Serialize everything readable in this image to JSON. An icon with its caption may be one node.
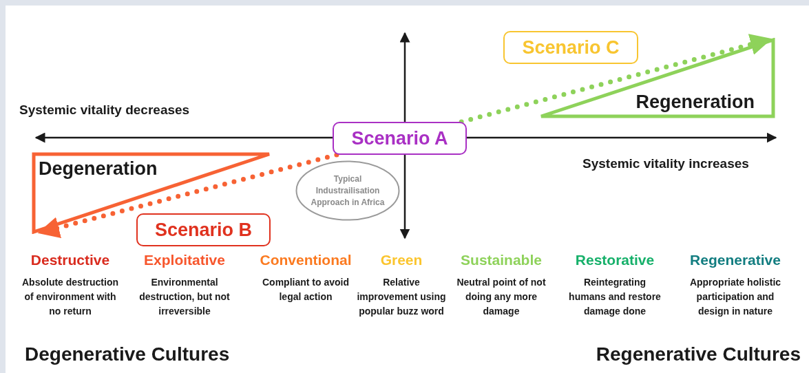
{
  "diagram": {
    "nodes": [
      {
        "text": [
          "Scenario A"
        ]
      },
      {
        "text": [
          "Scenario B"
        ]
      },
      {
        "text": [
          "Scenario C"
        ]
      },
      {
        "text": [
          "Degeneration"
        ]
      },
      {
        "text": [
          "Regeneration"
        ]
      },
      {
        "text": [
          "Typical Industrailisation Approach in Africa"
        ]
      }
    ],
    "edges": [
      {
        "from": 0,
        "to": 3,
        "arrow": "to",
        "style": "dashed",
        "color": "#f76234"
      },
      {
        "from": 0,
        "to": 4,
        "arrow": "to",
        "style": "dashed",
        "color": "#8ed25a"
      }
    ],
    "labels": [
      "Systemic vitality decreases",
      "Systemic vitality increases",
      "Destructive",
      "Exploitative",
      "Conventional",
      "Green",
      "Sustainable",
      "Restorative",
      "Regenerative",
      "Absolute destruction of environment with no return",
      "Environmental destruction, but not irreversible",
      "Compliant to avoid legal action",
      "Relative improvement using popular buzz word",
      "Neutral point of not doing any more damage",
      "Reintegrating humans and restore damage done",
      "Appropriate holistic participation and design in nature",
      "Degenerative Cultures",
      "Regenerative Cultures"
    ]
  }
}
